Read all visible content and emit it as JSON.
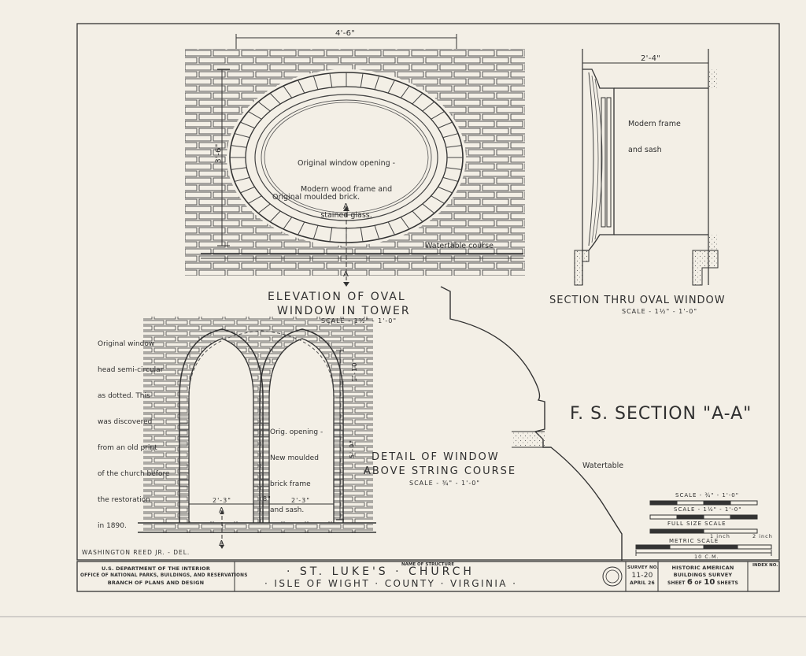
{
  "drawing": {
    "oval_elevation": {
      "dimension_top": "4'-6\"",
      "dimension_side": "3'-6\"",
      "note_opening": [
        "Original window opening -",
        "Modern wood frame and",
        "stained glass."
      ],
      "note_brick": "Original moulded brick.",
      "note_watertable": "Watertable course",
      "section_marker_top": "A",
      "section_marker_bottom": "A",
      "title_line1": "ELEVATION OF OVAL",
      "title_line2": "WINDOW IN TOWER",
      "scale": "SCALE - 1½\" - 1'-0\""
    },
    "oval_section": {
      "dimension_top": "2'-4\"",
      "note_frame": [
        "Modern frame",
        "and sash"
      ],
      "title": "SECTION THRU OVAL WINDOW",
      "scale": "SCALE - 1½\" - 1'-0\""
    },
    "fs_section": {
      "title": "F. S. SECTION \"A-A\"",
      "note_watertable": "Watertable"
    },
    "window_detail": {
      "note_head": [
        "Original window",
        "head semi-circular",
        "as dotted. This",
        "was discovered",
        "from an old print",
        "of the church before",
        "the restoration",
        "in 1890."
      ],
      "note_opening": [
        "Orig. opening -",
        "New moulded",
        "brick frame",
        "and sash."
      ],
      "dimension_left": "2'-3\"",
      "dimension_mid": "8\"",
      "dimension_right": "2'-3\"",
      "dimension_side_upper": "1'-10\"",
      "dimension_side_lower": "5'-9\"",
      "section_marker_top": "A",
      "section_marker_bottom": "A",
      "title_line1": "DETAIL OF WINDOW",
      "title_line2": "ABOVE STRING COURSE",
      "scale": "SCALE - ¾\" - 1'-0\""
    },
    "delineator": "WASHINGTON REED JR. - DEL.",
    "scale_bars": {
      "bar1_label": "SCALE - ¾\" - 1'-0\"",
      "bar2_label": "SCALE - 1½\" - 1'-0\"",
      "bar3_label": "FULL SIZE SCALE",
      "bar3_sub": "1 inch",
      "bar3_end": "2 inch",
      "bar4_label": "METRIC SCALE",
      "bar5_label": "10 C.M."
    }
  },
  "title_block": {
    "agency_line1": "U.S. DEPARTMENT OF THE INTERIOR",
    "agency_line2": "OFFICE OF NATIONAL PARKS, BUILDINGS, AND RESERVATIONS",
    "agency_line3": "BRANCH OF PLANS AND DESIGN",
    "name_caption": "NAME OF STRUCTURE",
    "structure_name": "· ST. LUKE'S · CHURCH",
    "location": "· ISLE OF WIGHT · COUNTY · VIRGINIA ·",
    "survey_caption": "SURVEY NO.",
    "survey_no": "11-20",
    "date": "APRIL 26",
    "habs_line1": "HISTORIC AMERICAN",
    "habs_line2": "BUILDINGS SURVEY",
    "sheet_prefix": "SHEET",
    "sheet_no": "6",
    "sheet_of": "OF",
    "sheet_total": "10",
    "sheet_suffix": "SHEETS",
    "index_caption": "INDEX NO."
  }
}
